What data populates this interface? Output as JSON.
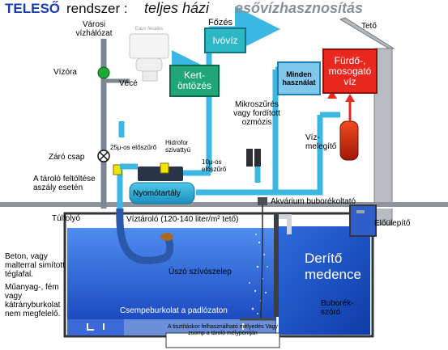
{
  "title": {
    "brand": "TELESŐ",
    "system": "rendszer :",
    "full": "teljes házi",
    "rain": "esővízhasznosítás"
  },
  "labels": {
    "city_water": "Városi vízhálózat",
    "water_meter": "Vízóra",
    "toilet": "Vécé",
    "toilet_sign": "Eaux fécales",
    "garden": "Kert-öntözés",
    "cooking": "Főzés",
    "drinking": "Ivóvíz",
    "all_use": "Minden használat",
    "bath": "Fürdő-, mosogató víz",
    "roof": "Tető",
    "micro": "Mikroszűrés vagy fordított ozmózis",
    "heater": "Víz-melegítő",
    "prefilter25": "25μ-os előszűrő",
    "hydrophore": "Hidrofor szivattyú",
    "shutoff": "Záró csap",
    "prefilter10": "10μ-os előszűrő",
    "refill": "A tároló feltöltése aszály esetén",
    "pressure_tank": "Nyomótartály",
    "aquarium": "Akvárium buborékoltató",
    "overflow": "Túlfolyó",
    "cistern": "Víztároló (120-140 liter/m² tető)",
    "prefilter": "Előülepítő",
    "concrete": "Beton, vagy malterral simított téglafal.",
    "plastic": "Műanyag-, fém vagy kátrányburkolat nem megfelelő.",
    "float_valve": "Úszó szívószelep",
    "settling_title": "Derítő medence",
    "tile": "Csempeburkolat a padlózaton",
    "bubble": "Buborék-szóró",
    "sump": "A tisztításkor felhasználható mélyedés Vagy zsomp a tároló mélypontján"
  },
  "colors": {
    "pipe": "#3cb6e3",
    "pipe_gray": "#9aa0a8",
    "green_box": "#1fa77a",
    "teal_box": "#2bb7c4",
    "red_box": "#e8271f",
    "water": "#1f5fd6",
    "yellow": "#f2e600"
  },
  "icons": [
    "toilet-icon",
    "water-meter-icon",
    "valve-icon",
    "filter-icon",
    "heater-icon",
    "pump-icon",
    "arrow-icon"
  ]
}
